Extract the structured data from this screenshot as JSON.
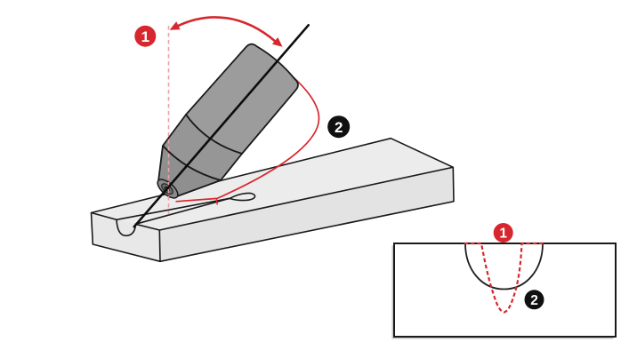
{
  "colors": {
    "accent_red": "#d6272e",
    "accent_red_light": "#efa0a0",
    "badge_black": "#101010",
    "outline": "#1a1a1a",
    "torch_body": "#9c9c9c",
    "torch_collar": "#969696",
    "torch_nozzle": "#8f8f8f",
    "torch_tip": "#8a8a8a",
    "torch_orifice": "#6e6e6e",
    "torch_orifice_hole": "#484848",
    "workpiece_top": "#ececec",
    "workpiece_front": "#e3e3e3",
    "workpiece_end": "#e8e8e8",
    "inset_bg": "#ffffff"
  },
  "callouts": {
    "main": {
      "angle_badge": "1",
      "tilt_badge": "2"
    },
    "inset": {
      "deep_profile_badge": "1",
      "wide_profile_badge": "2"
    }
  }
}
